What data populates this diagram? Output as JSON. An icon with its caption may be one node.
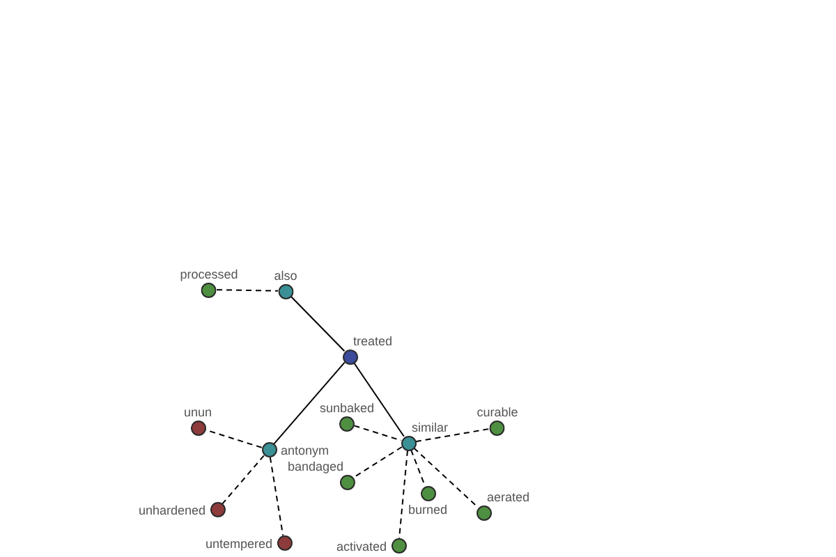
{
  "diagram": {
    "nodes": [
      {
        "text": [
          "processed"
        ]
      },
      {
        "text": [
          "also"
        ]
      },
      {
        "text": [
          "treated"
        ]
      },
      {
        "text": [
          "sunbaked"
        ]
      },
      {
        "text": [
          "unun"
        ]
      },
      {
        "text": [
          "antonym"
        ]
      },
      {
        "text": [
          "similar"
        ]
      },
      {
        "text": [
          "curable"
        ]
      },
      {
        "text": [
          "bandaged"
        ]
      },
      {
        "text": [
          "burned"
        ]
      },
      {
        "text": [
          "aerated"
        ]
      },
      {
        "text": [
          "unhardened"
        ]
      },
      {
        "text": [
          "untempered"
        ]
      },
      {
        "text": [
          "activated"
        ]
      }
    ],
    "edges": [
      {
        "from": 0,
        "to": 1,
        "arrow": "none",
        "style": "dashed"
      },
      {
        "from": 1,
        "to": 2,
        "arrow": "none"
      },
      {
        "from": 2,
        "to": 5,
        "arrow": "none"
      },
      {
        "from": 2,
        "to": 6,
        "arrow": "none"
      },
      {
        "from": 3,
        "to": 6,
        "arrow": "none",
        "style": "dashed"
      },
      {
        "from": 5,
        "to": 4,
        "arrow": "none",
        "style": "dashed"
      },
      {
        "from": 6,
        "to": 7,
        "arrow": "none",
        "style": "dashed"
      },
      {
        "from": 6,
        "to": 8,
        "arrow": "none",
        "style": "dashed"
      },
      {
        "from": 6,
        "to": 9,
        "arrow": "none",
        "style": "dashed"
      },
      {
        "from": 6,
        "to": 10,
        "arrow": "none",
        "style": "dashed"
      },
      {
        "from": 5,
        "to": 11,
        "arrow": "none",
        "style": "dashed"
      },
      {
        "from": 5,
        "to": 12,
        "arrow": "none",
        "style": "dashed"
      },
      {
        "from": 6,
        "to": 13,
        "arrow": "none",
        "style": "dashed"
      }
    ]
  }
}
